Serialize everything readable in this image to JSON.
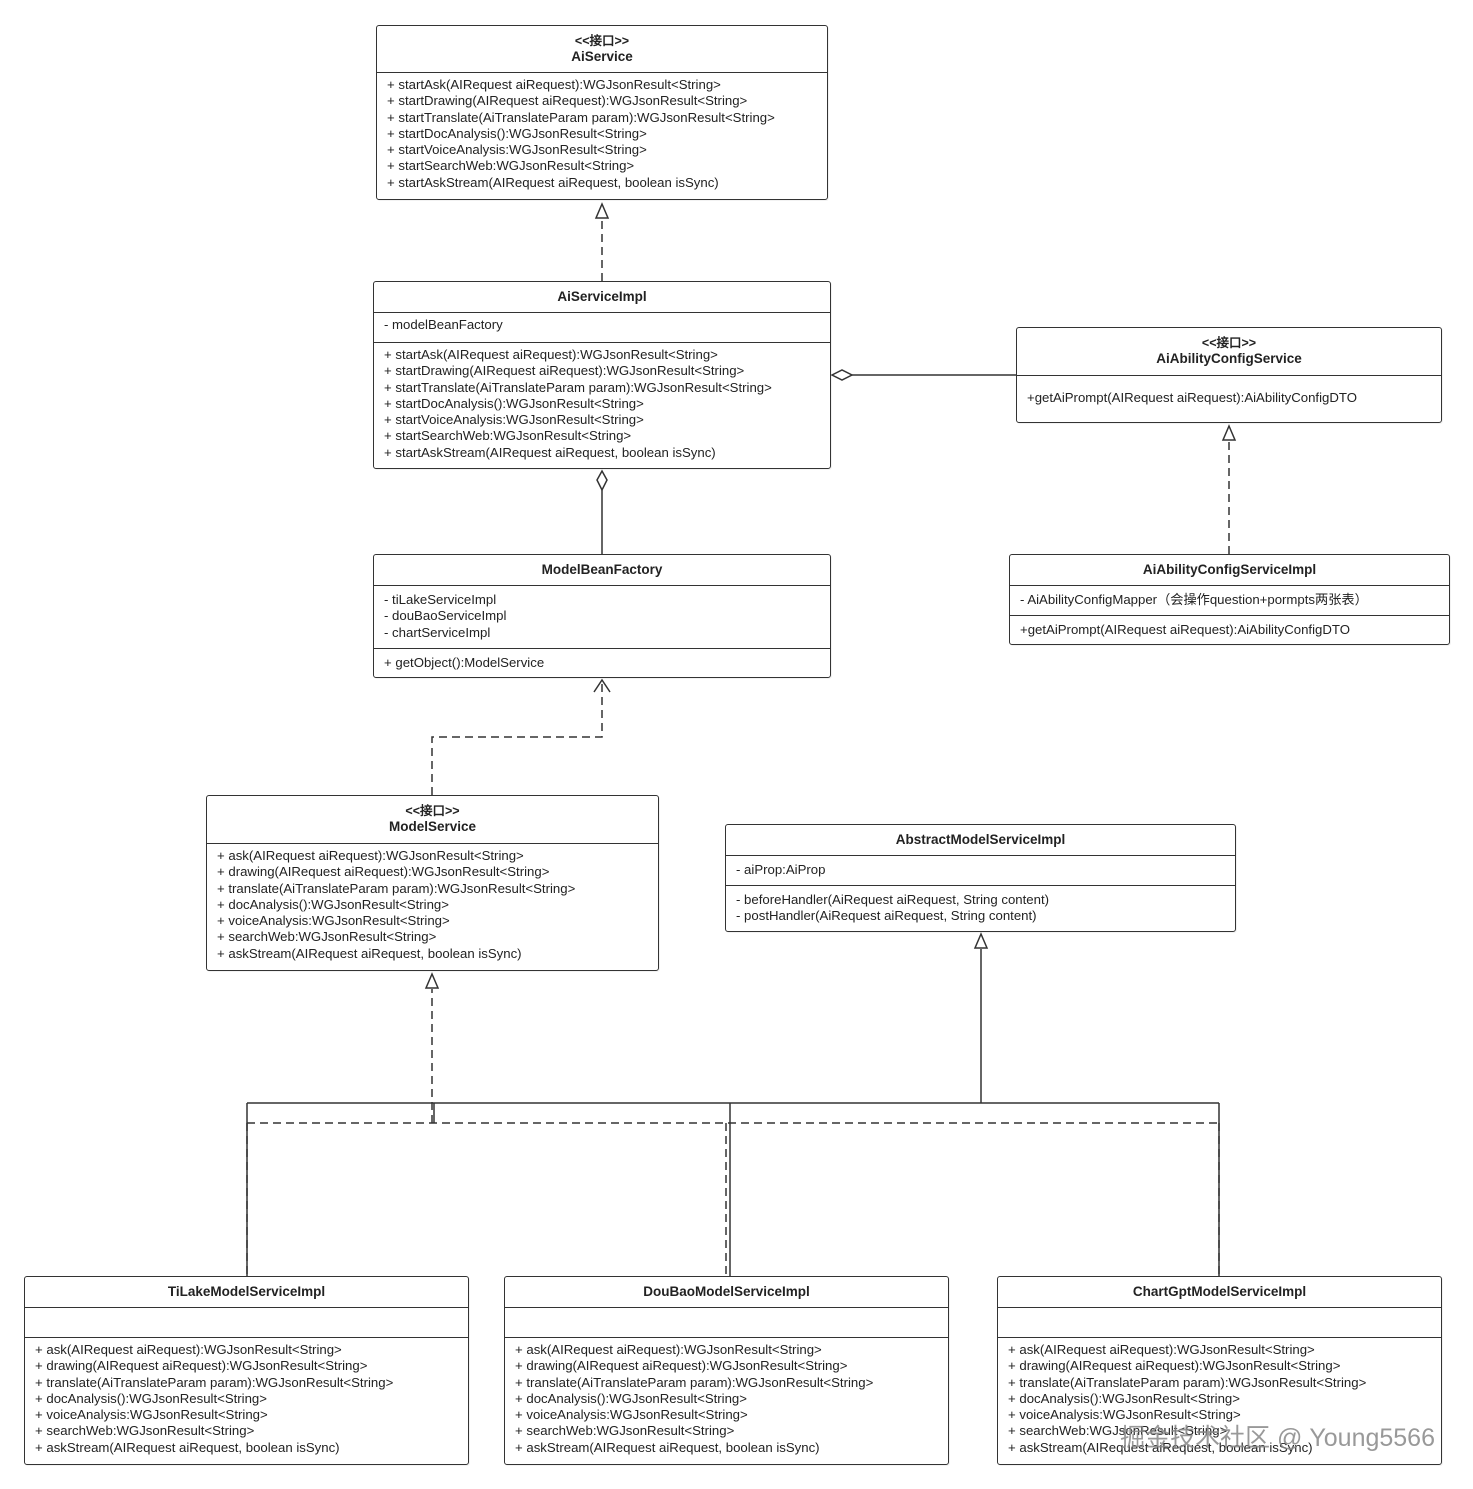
{
  "classes": {
    "aiservice": {
      "stereotype": "<<接口>>",
      "name": "AiService",
      "attributes": [],
      "methods": [
        "+ startAsk(AIRequest aiRequest):WGJsonResult<String>",
        "+ startDrawing(AIRequest aiRequest):WGJsonResult<String>",
        "+ startTranslate(AiTranslateParam param):WGJsonResult<String>",
        "+ startDocAnalysis():WGJsonResult<String>",
        "+ startVoiceAnalysis:WGJsonResult<String>",
        "+ startSearchWeb:WGJsonResult<String>",
        "+ startAskStream(AIRequest aiRequest, boolean isSync)"
      ]
    },
    "aiserviceimpl": {
      "stereotype": "",
      "name": "AiServiceImpl",
      "attributes": [
        "- modelBeanFactory"
      ],
      "methods": [
        "+ startAsk(AIRequest aiRequest):WGJsonResult<String>",
        "+ startDrawing(AIRequest aiRequest):WGJsonResult<String>",
        "+ startTranslate(AiTranslateParam param):WGJsonResult<String>",
        "+ startDocAnalysis():WGJsonResult<String>",
        "+ startVoiceAnalysis:WGJsonResult<String>",
        "+ startSearchWeb:WGJsonResult<String>",
        "+ startAskStream(AIRequest aiRequest, boolean isSync)"
      ]
    },
    "abilityconfigservice": {
      "stereotype": "<<接口>>",
      "name": "AiAbilityConfigService",
      "attributes": [],
      "methods": [
        "+getAiPrompt(AIRequest aiRequest):AiAbilityConfigDTO"
      ]
    },
    "abilityconfigserviceimpl": {
      "stereotype": "",
      "name": "AiAbilityConfigServiceImpl",
      "attributes": [
        "- AiAbilityConfigMapper（会操作question+pormpts两张表）"
      ],
      "methods": [
        "+getAiPrompt(AIRequest aiRequest):AiAbilityConfigDTO"
      ]
    },
    "modelbeanfactory": {
      "stereotype": "",
      "name": "ModelBeanFactory",
      "attributes": [
        "- tiLakeServiceImpl",
        "- douBaoServiceImpl",
        "- chartServiceImpl"
      ],
      "methods": [
        "+ getObject():ModelService"
      ]
    },
    "modelservice": {
      "stereotype": "<<接口>>",
      "name": "ModelService",
      "attributes": [],
      "methods": [
        "+ ask(AIRequest aiRequest):WGJsonResult<String>",
        "+ drawing(AIRequest aiRequest):WGJsonResult<String>",
        "+ translate(AiTranslateParam param):WGJsonResult<String>",
        "+ docAnalysis():WGJsonResult<String>",
        "+ voiceAnalysis:WGJsonResult<String>",
        "+ searchWeb:WGJsonResult<String>",
        "+ askStream(AIRequest aiRequest, boolean isSync)"
      ]
    },
    "abstractmodelserviceimpl": {
      "stereotype": "",
      "name": "AbstractModelServiceImpl",
      "attributes": [
        "- aiProp:AiProp"
      ],
      "methods": [
        "- beforeHandler(AiRequest aiRequest, String content)",
        "- postHandler(AiRequest aiRequest, String content)"
      ]
    },
    "tilake": {
      "stereotype": "",
      "name": "TiLakeModelServiceImpl",
      "attributes": [],
      "methods": [
        "+ ask(AIRequest aiRequest):WGJsonResult<String>",
        "+ drawing(AIRequest aiRequest):WGJsonResult<String>",
        "+ translate(AiTranslateParam param):WGJsonResult<String>",
        "+ docAnalysis():WGJsonResult<String>",
        "+ voiceAnalysis:WGJsonResult<String>",
        "+ searchWeb:WGJsonResult<String>",
        "+ askStream(AIRequest aiRequest, boolean isSync)"
      ]
    },
    "doubao": {
      "stereotype": "",
      "name": "DouBaoModelServiceImpl",
      "attributes": [],
      "methods": [
        "+ ask(AIRequest aiRequest):WGJsonResult<String>",
        "+ drawing(AIRequest aiRequest):WGJsonResult<String>",
        "+ translate(AiTranslateParam param):WGJsonResult<String>",
        "+ docAnalysis():WGJsonResult<String>",
        "+ voiceAnalysis:WGJsonResult<String>",
        "+ searchWeb:WGJsonResult<String>",
        "+ askStream(AIRequest aiRequest, boolean isSync)"
      ]
    },
    "chartgpt": {
      "stereotype": "",
      "name": "ChartGptModelServiceImpl",
      "attributes": [],
      "methods": [
        "+ ask(AIRequest aiRequest):WGJsonResult<String>",
        "+ drawing(AIRequest aiRequest):WGJsonResult<String>",
        "+ translate(AiTranslateParam param):WGJsonResult<String>",
        "+ docAnalysis():WGJsonResult<String>",
        "+ voiceAnalysis:WGJsonResult<String>",
        "+ searchWeb:WGJsonResult<String>",
        "+ askStream(AIRequest aiRequest, boolean isSync)"
      ]
    }
  },
  "relations": [
    {
      "from": "aiserviceimpl",
      "to": "aiservice",
      "type": "realization"
    },
    {
      "from": "abilityconfigservice",
      "to": "aiserviceimpl",
      "type": "aggregation"
    },
    {
      "from": "abilityconfigserviceimpl",
      "to": "abilityconfigservice",
      "type": "realization"
    },
    {
      "from": "modelbeanfactory",
      "to": "aiserviceimpl",
      "type": "aggregation"
    },
    {
      "from": "modelservice",
      "to": "modelbeanfactory",
      "type": "dependency"
    },
    {
      "from": "tilake",
      "to": "modelservice",
      "type": "realization"
    },
    {
      "from": "doubao",
      "to": "modelservice",
      "type": "realization"
    },
    {
      "from": "chartgpt",
      "to": "modelservice",
      "type": "realization"
    },
    {
      "from": "tilake",
      "to": "abstractmodelserviceimpl",
      "type": "generalization"
    },
    {
      "from": "doubao",
      "to": "abstractmodelserviceimpl",
      "type": "generalization"
    },
    {
      "from": "chartgpt",
      "to": "abstractmodelserviceimpl",
      "type": "generalization"
    }
  ],
  "watermark": "掘金技术社区 @ Young5566"
}
